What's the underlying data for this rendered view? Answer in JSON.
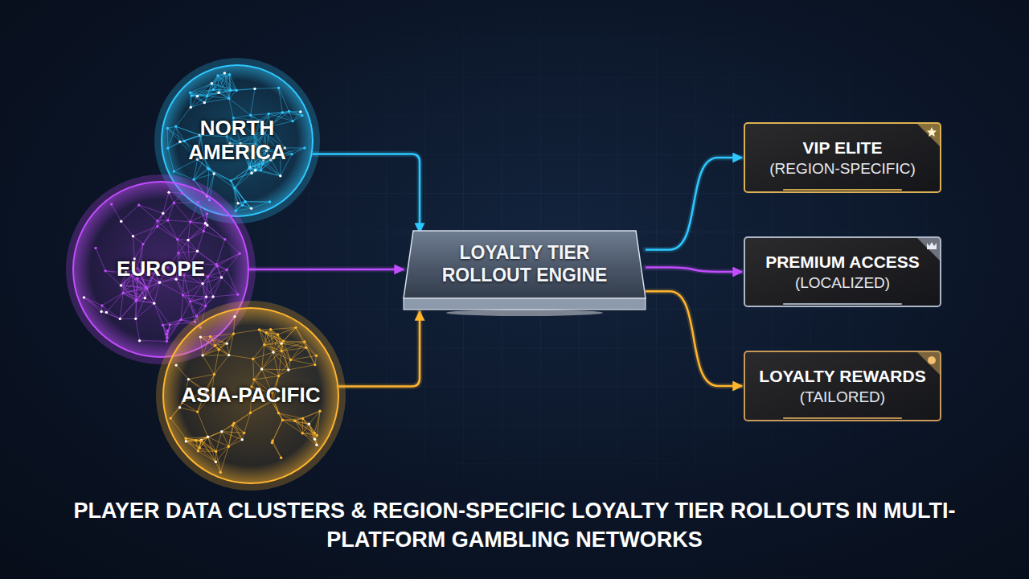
{
  "diagram": {
    "caption": "PLAYER DATA CLUSTERS & REGION-SPECIFIC LOYALTY TIER ROLLOUTS IN MULTI-PLATFORM GAMBLING NETWORKS",
    "nodes": [
      {
        "text": [
          "NORTH AMERICA"
        ]
      },
      {
        "text": [
          "EUROPE"
        ]
      },
      {
        "text": [
          "ASIA-PACIFIC"
        ]
      },
      {
        "text": [
          "LOYALTY TIER ROLLOUT ENGINE"
        ]
      },
      {
        "text": [
          "VIP ELITE",
          "(REGION-SPECIFIC)"
        ]
      },
      {
        "text": [
          "PREMIUM ACCESS",
          "(LOCALIZED)"
        ]
      },
      {
        "text": [
          "LOYALTY REWARDS",
          "(TAILORED)"
        ]
      }
    ],
    "edges": [
      {
        "from": 0,
        "to": 3,
        "arrow": "to"
      },
      {
        "from": 1,
        "to": 3,
        "arrow": "to"
      },
      {
        "from": 2,
        "to": 3,
        "arrow": "to"
      },
      {
        "from": 3,
        "to": 4,
        "arrow": "to"
      },
      {
        "from": 3,
        "to": 5,
        "arrow": "to"
      },
      {
        "from": 3,
        "to": 6,
        "arrow": "to"
      }
    ]
  }
}
